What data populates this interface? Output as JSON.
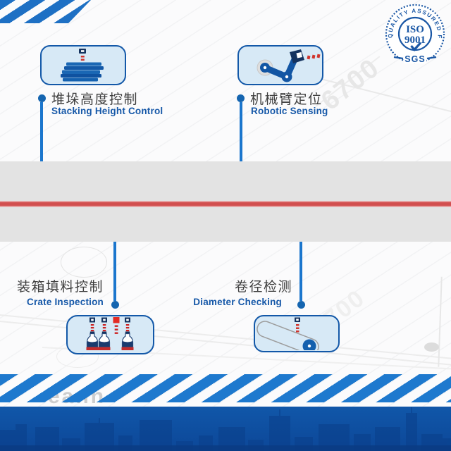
{
  "badge": {
    "arc_text": "QUALITY ASSURED FIRM",
    "iso": "ISO",
    "number": "9001",
    "footer": "SGS"
  },
  "features": [
    {
      "id": "stacking",
      "zh": "堆垛高度控制",
      "en": "Stacking Height Control",
      "icon": "stack-sensor-icon"
    },
    {
      "id": "robotic",
      "zh": "机械臂定位",
      "en": "Robotic Sensing",
      "icon": "robot-arm-icon"
    },
    {
      "id": "crate",
      "zh": "装箱填料控制",
      "en": "Crate Inspection",
      "icon": "bottle-inspection-icon"
    },
    {
      "id": "diameter",
      "zh": "卷径检测",
      "en": "Diameter Checking",
      "icon": "roll-diameter-icon"
    }
  ],
  "watermarks": {
    "dimension_top": "6700",
    "dimension_bottom": "6700",
    "logo_fragment": "eann"
  },
  "colors": {
    "stripe_blue": "#1e74ca",
    "primary_blue": "#1358a8",
    "dark_navy": "#15335f",
    "light_blue_fill": "#d7e9f6",
    "gray_band": "#e3e3e3",
    "accent_red": "#d24f4f",
    "footer_blue_top": "#1157a9",
    "footer_blue_bottom": "#0c4798",
    "text_dark": "#3e3e3e",
    "text_blue": "#1658a8",
    "badge_blue": "#1a57a5"
  }
}
